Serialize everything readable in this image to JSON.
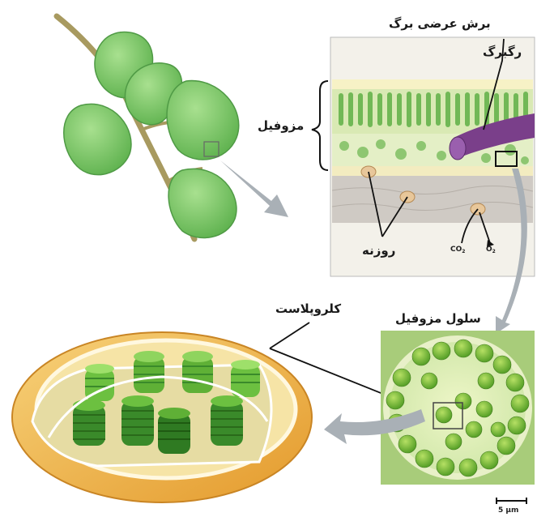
{
  "labels": {
    "cross_section": "برش عرضی برگ",
    "vein": "رگبرگ",
    "mesophyll": "مزوفیل",
    "stomata": "روزنه",
    "co2_main": "CO",
    "co2_sub": "2",
    "o2_main": "O",
    "o2_sub": "2",
    "mesophyll_cell": "سلول مزوفیل",
    "chloroplast": "کلروپلاست",
    "scale_bar": "5 µm"
  },
  "colors": {
    "leaf": "#7cc86a",
    "leaf_dark": "#4f9a45",
    "stem": "#a89a60",
    "vein": "#7a3f8a",
    "chloroplast_envelope": "#f2b84a",
    "thylakoid": "#3a8a2a",
    "arrow": "#a9b0b6"
  }
}
